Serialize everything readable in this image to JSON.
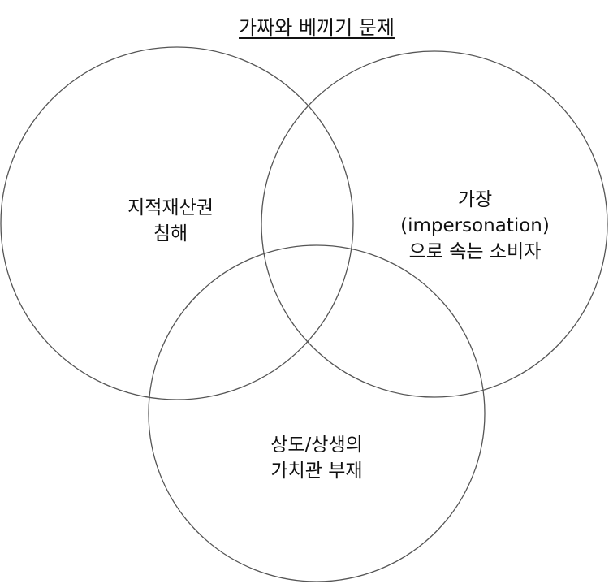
{
  "title": "가짜와 베끼기 문제",
  "sets": [
    {
      "name": "ip",
      "lines": [
        "지적재산권",
        "침해"
      ]
    },
    {
      "name": "impersonation",
      "lines": [
        "가장",
        "(impersonation)",
        "으로 속는 소비자"
      ]
    },
    {
      "name": "ethics",
      "lines": [
        "상도/상생의",
        "가치관 부재"
      ]
    }
  ],
  "colors": {
    "stroke": "#555555",
    "text": "#111111"
  }
}
